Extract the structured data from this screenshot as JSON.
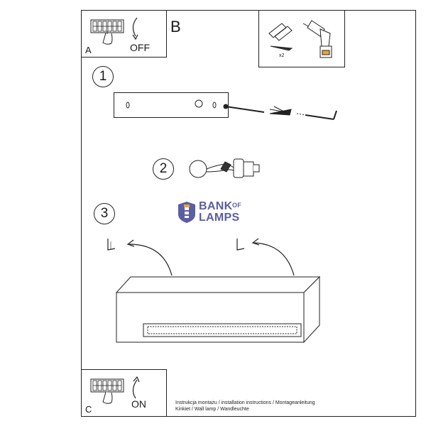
{
  "sections": {
    "a": {
      "label": "A",
      "state": "OFF"
    },
    "b": {
      "label": "B",
      "multiplier": "x2"
    },
    "c": {
      "label": "C",
      "state": "ON"
    }
  },
  "steps": [
    "1",
    "2",
    "3"
  ],
  "logo": {
    "line1": "BANK",
    "of": "OF",
    "line2": "LAMPS"
  },
  "footer": {
    "line1": "Instrukcja montażu / installation instructions / Montageanleitung",
    "line2": "Kinkiet / Wall lamp / Wandleuchte"
  },
  "colors": {
    "logo": "#5b5ea1",
    "logo_accent": "#e3a83a",
    "line": "#222222"
  }
}
